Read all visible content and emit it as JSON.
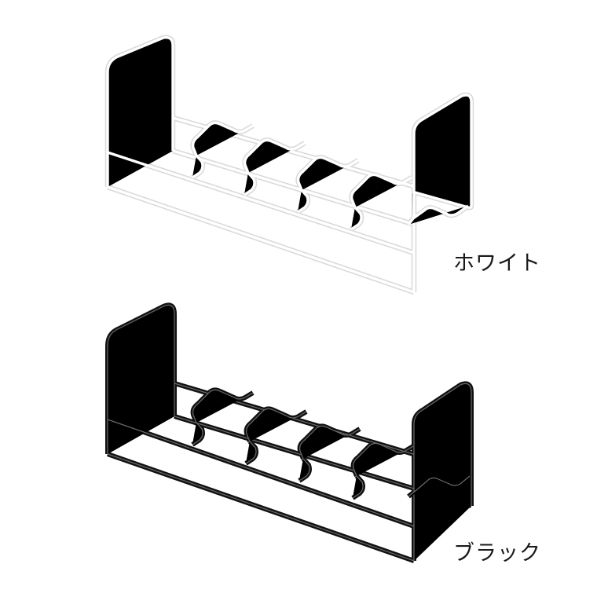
{
  "products": [
    {
      "id": "white",
      "label": "ホワイト",
      "wire_color": "#ffffff",
      "outline_color": "#d9d9d9"
    },
    {
      "id": "black",
      "label": "ブラック",
      "wire_color": "#111111",
      "outline_color": "#111111"
    }
  ],
  "background_color": "#ffffff"
}
